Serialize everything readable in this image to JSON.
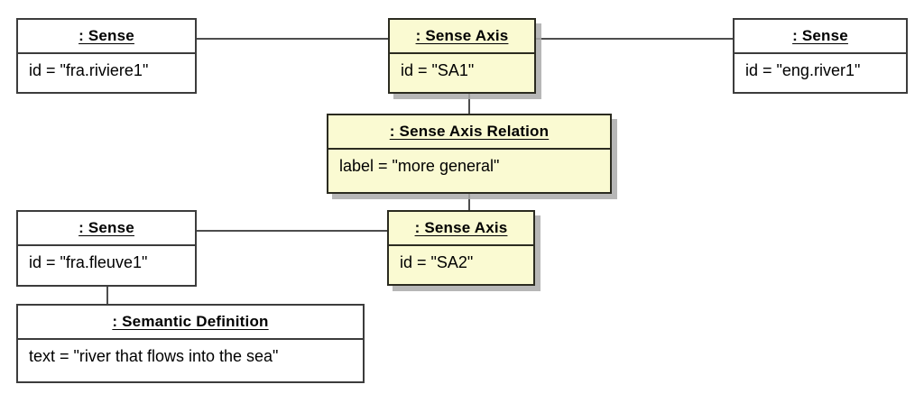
{
  "diagram": {
    "type": "uml-object-diagram",
    "background_color": "#ffffff",
    "line_color": "#4d4d4d",
    "border_color": "#3c3c3c",
    "highlight_fill": "#fafad2",
    "plain_fill": "#ffffff",
    "shadow_color": "#aaaaaa"
  },
  "objects": {
    "sense_fra_riviere": {
      "title": ": Sense",
      "attribute": "id = \"fra.riviere1\""
    },
    "sense_axis_sa1": {
      "title": ": Sense Axis",
      "attribute": "id = \"SA1\""
    },
    "sense_eng_river": {
      "title": ": Sense",
      "attribute": "id = \"eng.river1\""
    },
    "sense_axis_relation": {
      "title": ": Sense Axis Relation",
      "attribute": "label = \"more general\""
    },
    "sense_fra_fleuve": {
      "title": ": Sense",
      "attribute": "id = \"fra.fleuve1\""
    },
    "sense_axis_sa2": {
      "title": ": Sense Axis",
      "attribute": "id = \"SA2\""
    },
    "semantic_definition": {
      "title": ": Semantic Definition",
      "attribute": "text = \"river that flows into the sea\""
    }
  },
  "links": [
    {
      "name": "link-riviere-to-sa1",
      "from": "sense_fra_riviere",
      "to": "sense_axis_sa1"
    },
    {
      "name": "link-sa1-to-eng-river",
      "from": "sense_axis_sa1",
      "to": "sense_eng_river"
    },
    {
      "name": "link-sa1-to-relation",
      "from": "sense_axis_sa1",
      "to": "sense_axis_relation"
    },
    {
      "name": "link-relation-to-sa2",
      "from": "sense_axis_relation",
      "to": "sense_axis_sa2"
    },
    {
      "name": "link-fleuve-to-sa2",
      "from": "sense_fra_fleuve",
      "to": "sense_axis_sa2"
    },
    {
      "name": "link-fleuve-to-definition",
      "from": "sense_fra_fleuve",
      "to": "semantic_definition"
    }
  ]
}
